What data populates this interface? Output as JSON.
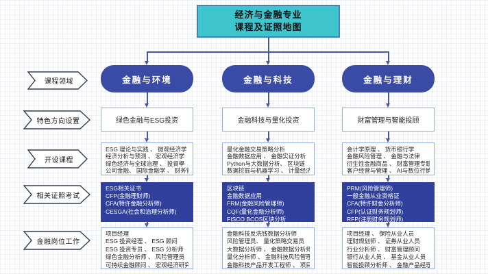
{
  "title": {
    "line1": "经济与金融专业",
    "line2": "课程及证照地图"
  },
  "row_labels": [
    "课程领域",
    "特色方向设置",
    "开设课程",
    "相关证照考试",
    "金融岗位工作"
  ],
  "columns": [
    {
      "header": "金融与环境",
      "direction": "绿色金融与ESG投资",
      "courses": [
        "ESG 理论与实践 、 微观经济学",
        "经济分析与预测 、 宏观经济学",
        "绿色经济与全球治理 、 投資學",
        "公司金融、 国际金融学 、 财务管理"
      ],
      "certs": [
        "ESG相关证书",
        "CFP(金融理财师)",
        "CFA(特许金融分析师)",
        "CESGA(社会和治理分析师)"
      ],
      "jobs": [
        "项目经理",
        "ESG 投资经理 、 ESG 顾问",
        "ESG 投资专员 、 ESG 分析师",
        "绿色金融分析师 、 风险管理员",
        "可持续金融顾问 、 宏观经济研究员"
      ]
    },
    {
      "header": "金融与科技",
      "direction": "金融科技与量化投资",
      "courses": [
        "量化金融交易策略分析",
        "金融数据应用 、 金融实证分析",
        "Python与大数据分析、 区块链",
        "数据挖掘与机器学习 、 计量经济学"
      ],
      "certs": [
        "区块链",
        "金融数据应用",
        "FRM(金融风险管理师)",
        "CQF(量化金融分析师)",
        "FISCO BCOS区块分析"
      ],
      "jobs": [
        "金融科技反洗钱数据分析师",
        "风险管理员、 量化策略交易员",
        "大数据分析师 、 金融数据分析师",
        "量化分析师 、 金融科技风险管理师",
        "金融科技产品开发工程师 、 项目经理"
      ]
    },
    {
      "header": "金融与理财",
      "direction": "财富管理与智能投顾",
      "courses": [
        "会计学原理 、 货币银行学",
        "金融风险管理 、 金融与法律",
        "衍生性金融商品 、 财富管理专题",
        "客户经营与管理 、 AI与数位行销"
      ],
      "certs": [
        "PRM(风险管理师)",
        "一般金融从业资格证",
        "CFA(特许财金分析师)",
        "CFP(认证财务规划师)",
        "RFP(注册财务规划师)"
      ],
      "jobs": [
        "项目经理 、 保险从业人员",
        "理财规划师 、 证券从业人员",
        "行业分析师 、 财富管理顾问",
        "银行从业人员 、 基金从业人员",
        "智能投顾分析师 、 金融产品经理"
      ]
    }
  ],
  "colors": {
    "title_fill": "#3ec5ce",
    "title_border": "#4a7ebb",
    "header_fill": "#3a4ba5",
    "cert_fill": "#2f3f9b",
    "white_box_border": "#8faadc",
    "connector": "#44599e"
  }
}
